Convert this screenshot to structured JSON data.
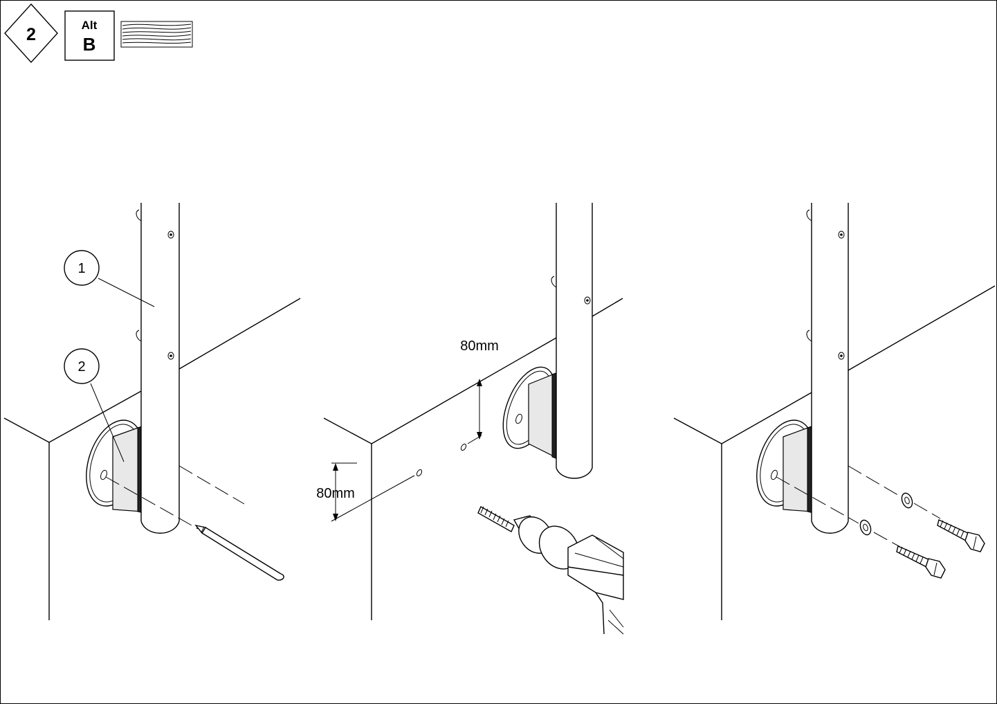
{
  "header": {
    "step_number": "2",
    "alt_label_top": "Alt",
    "alt_label_bottom": "B",
    "material_icon": "wood-grain-icon"
  },
  "panels": {
    "mark": {
      "callout_post": "1",
      "callout_bracket": "2",
      "tool_icon": "pencil-icon"
    },
    "drill": {
      "dimension_vertical_upper": "80mm",
      "dimension_vertical_lower": "80mm",
      "tool_icon": "drill-icon"
    },
    "fix": {
      "hardware_icons": [
        "washer-icon",
        "lag-screw-icon"
      ]
    }
  }
}
